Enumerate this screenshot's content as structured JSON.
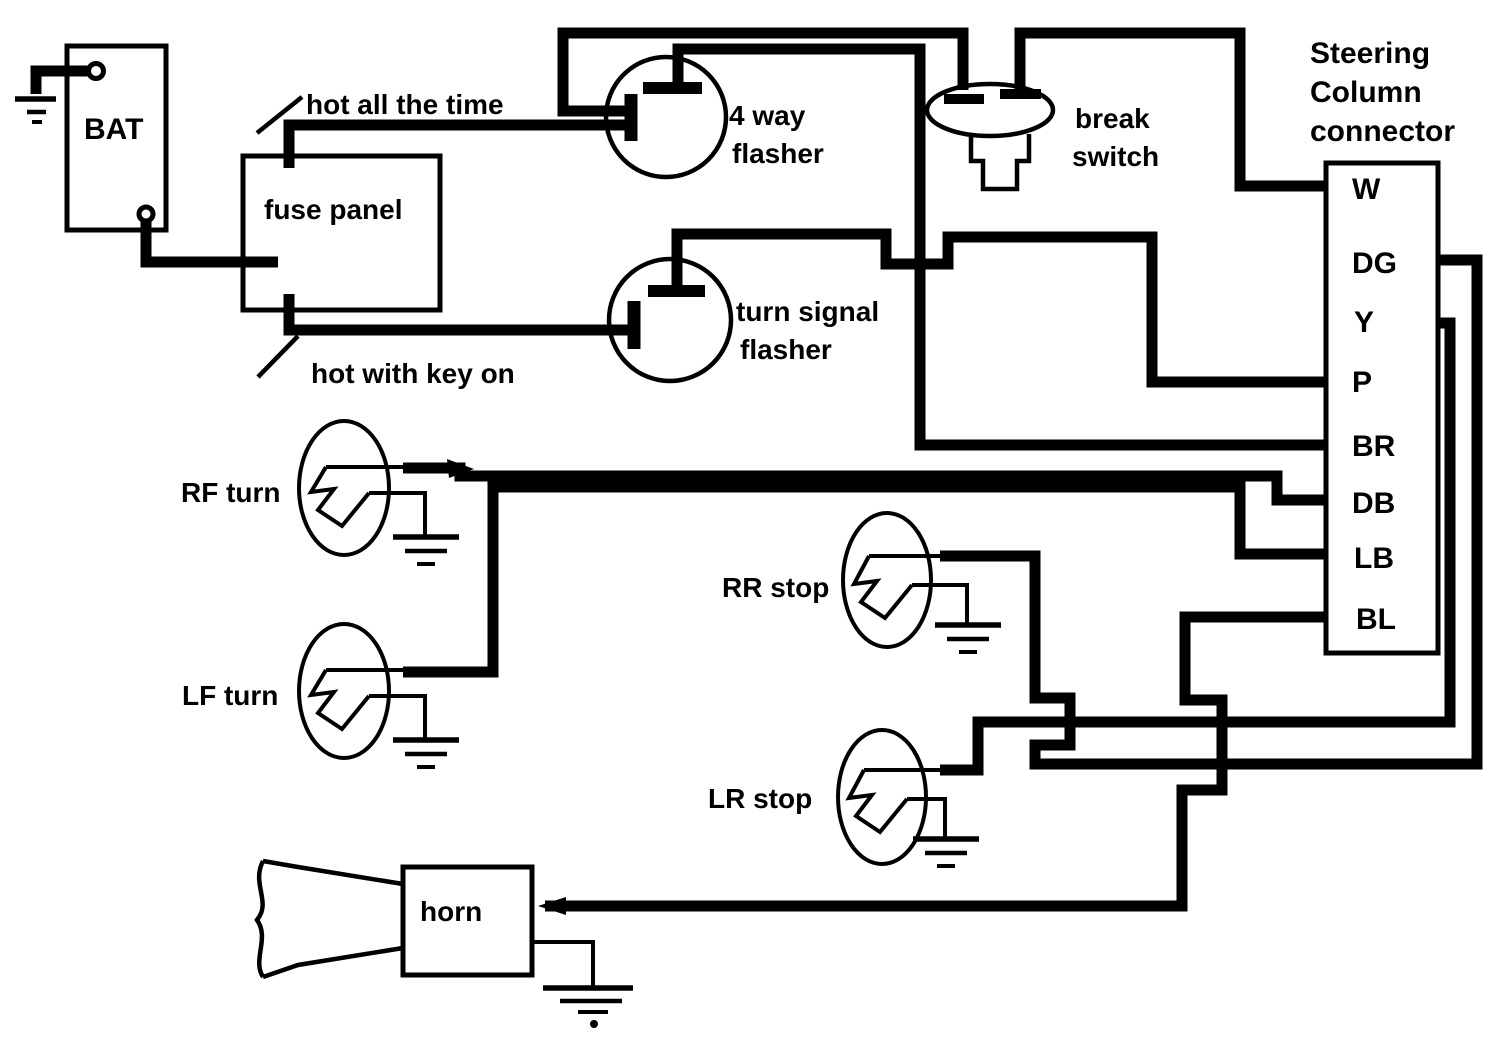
{
  "colors": {
    "ink": "#000000",
    "paper": "#ffffff"
  },
  "battery": {
    "label": "BAT"
  },
  "fuse_panel": {
    "label": "fuse panel"
  },
  "taps": {
    "hot_all_the_time": "hot all the time",
    "hot_with_key_on": "hot with key on"
  },
  "four_way_flasher": {
    "line1": "4 way",
    "line2": "flasher"
  },
  "turn_signal_flasher": {
    "line1": "turn signal",
    "line2": "flasher"
  },
  "break_switch": {
    "line1": "break",
    "line2": "switch"
  },
  "connector": {
    "title_line1": "Steering",
    "title_line2": "Column",
    "title_line3": "connector",
    "pins": [
      "W",
      "DG",
      "Y",
      "P",
      "BR",
      "DB",
      "LB",
      "BL"
    ]
  },
  "lamps": {
    "rf_turn": "RF turn",
    "lf_turn": "LF turn",
    "rr_stop": "RR stop",
    "lr_stop": "LR stop"
  },
  "horn": {
    "label": "horn"
  }
}
